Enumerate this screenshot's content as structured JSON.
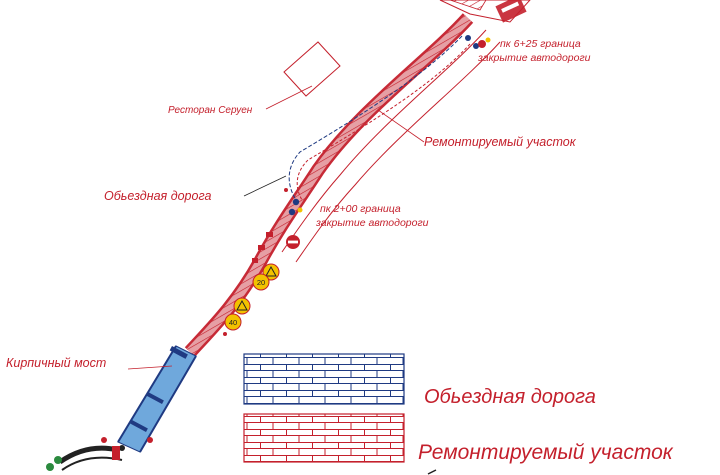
{
  "labels": {
    "restaurant": "Ресторан Серуен",
    "repair_section": "Ремонтируемый участок",
    "detour_road": "Обьездная дорога",
    "brick_bridge": "Кирпичный мост",
    "boundary_upper_line1": "пк 6+25 граница",
    "boundary_upper_line2": "закрытие автодороги",
    "boundary_lower_line1": "пк 2+00 граница",
    "boundary_lower_line2": "закрытие автодороги"
  },
  "legend": {
    "items": [
      {
        "label": "Обьездная дорога",
        "pattern": "blue-brick"
      },
      {
        "label": "Ремонтируемый участок",
        "pattern": "red-brick"
      }
    ]
  },
  "signs": {
    "speed_limit_1": "20",
    "speed_limit_2": "40"
  },
  "colors": {
    "red": "#c4202c",
    "blue": "#1f3a82",
    "bridge": "#6fa8dc",
    "sign_yellow": "#f2c200"
  }
}
